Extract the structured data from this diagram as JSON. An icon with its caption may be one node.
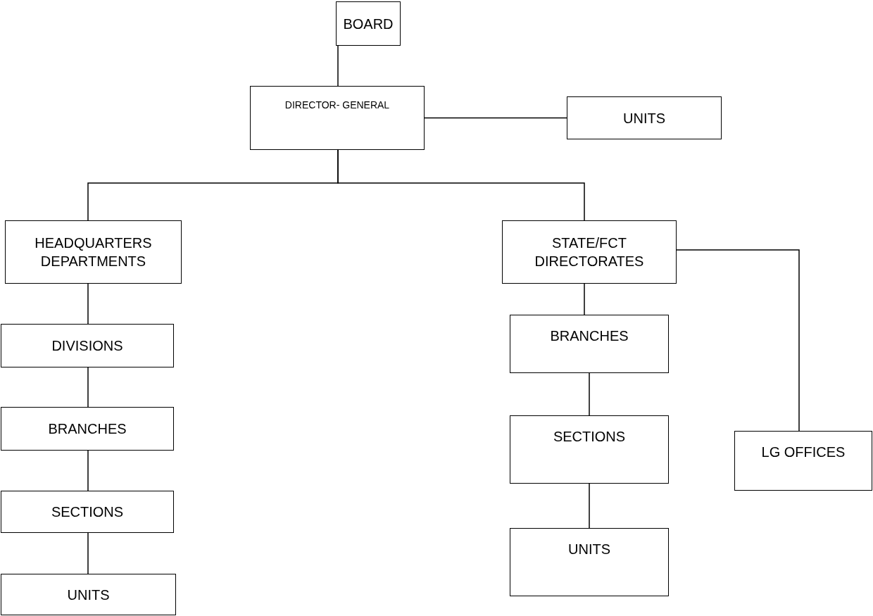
{
  "diagram": {
    "nodes": [
      {
        "text": [
          "BOARD"
        ]
      },
      {
        "text": [
          "DIRECTOR- GENERAL"
        ]
      },
      {
        "text": [
          "UNITS"
        ]
      },
      {
        "text": [
          "HEADQUARTERS DEPARTMENTS"
        ]
      },
      {
        "text": [
          "STATE/FCT DIRECTORATES"
        ]
      },
      {
        "text": [
          "DIVISIONS"
        ]
      },
      {
        "text": [
          "BRANCHES"
        ]
      },
      {
        "text": [
          "SECTIONS"
        ]
      },
      {
        "text": [
          "UNITS"
        ]
      },
      {
        "text": [
          "BRANCHES"
        ]
      },
      {
        "text": [
          "SECTIONS"
        ]
      },
      {
        "text": [
          "UNITS"
        ]
      },
      {
        "text": [
          "LG OFFICES"
        ]
      }
    ],
    "edges": [
      {
        "from": 0,
        "to": 1,
        "arrow": "none"
      },
      {
        "from": 1,
        "to": 2,
        "arrow": "none"
      },
      {
        "from": 1,
        "to": 3,
        "arrow": "none"
      },
      {
        "from": 1,
        "to": 4,
        "arrow": "none"
      },
      {
        "from": 4,
        "to": 12,
        "arrow": "none"
      },
      {
        "from": 3,
        "to": 5,
        "arrow": "none"
      },
      {
        "from": 5,
        "to": 6,
        "arrow": "none"
      },
      {
        "from": 6,
        "to": 7,
        "arrow": "none"
      },
      {
        "from": 7,
        "to": 8,
        "arrow": "none"
      },
      {
        "from": 4,
        "to": 9,
        "arrow": "none"
      },
      {
        "from": 9,
        "to": 10,
        "arrow": "none"
      },
      {
        "from": 10,
        "to": 11,
        "arrow": "none"
      }
    ]
  }
}
